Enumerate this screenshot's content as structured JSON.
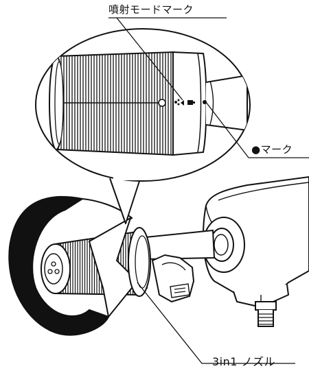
{
  "labels": {
    "spray_mode_mark": "噴射モードマーク",
    "dot_mark": "●マーク",
    "nozzle": "3in1 ノズル"
  },
  "colors": {
    "ink": "#111111",
    "shade": "#222222",
    "paper": "#ffffff"
  }
}
